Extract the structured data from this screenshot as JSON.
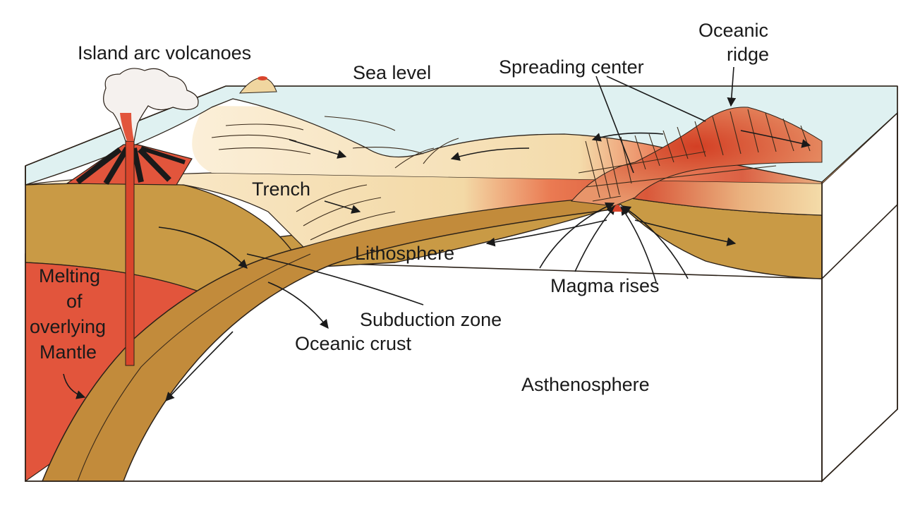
{
  "labels": {
    "island_arc": "Island arc volcanoes",
    "sea_level": "Sea level",
    "spreading_center": "Spreading center",
    "oceanic_ridge_1": "Oceanic",
    "oceanic_ridge_2": "ridge",
    "trench": "Trench",
    "lithosphere": "Lithosphere",
    "magma_rises": "Magma rises",
    "melting_1": "Melting",
    "melting_2": "of",
    "melting_3": "overlying",
    "melting_4": "Mantle",
    "subduction_zone": "Subduction zone",
    "oceanic_crust": "Oceanic crust",
    "asthenosphere": "Asthenosphere"
  },
  "colors": {
    "sea": "#dff1f1",
    "sediment": "#f4dfae",
    "lithosphere": "#c99a45",
    "asthenosphere_top": "#e2553c",
    "asthenosphere_bottom": "#fbe9dc",
    "magma": "#d9452c",
    "outline": "#2b2118"
  }
}
